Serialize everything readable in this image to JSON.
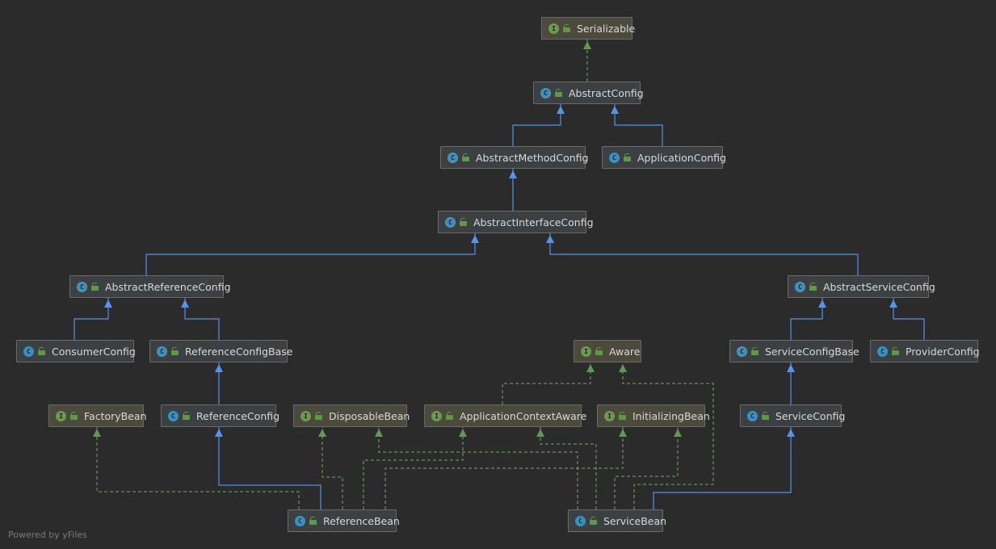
{
  "nodes": [
    {
      "id": "Serializable",
      "label": "Serializable",
      "kind": "interface",
      "badge": "I",
      "icon": "interface-icon"
    },
    {
      "id": "AbstractConfig",
      "label": "AbstractConfig",
      "kind": "abstract",
      "badge": "C",
      "icon": "abstract-class-icon"
    },
    {
      "id": "AbstractMethodConfig",
      "label": "AbstractMethodConfig",
      "kind": "abstract",
      "badge": "C",
      "icon": "abstract-class-icon"
    },
    {
      "id": "ApplicationConfig",
      "label": "ApplicationConfig",
      "kind": "class",
      "badge": "C",
      "icon": "class-icon"
    },
    {
      "id": "AbstractInterfaceConfig",
      "label": "AbstractInterfaceConfig",
      "kind": "abstract",
      "badge": "C",
      "icon": "abstract-class-icon"
    },
    {
      "id": "AbstractReferenceConfig",
      "label": "AbstractReferenceConfig",
      "kind": "abstract",
      "badge": "C",
      "icon": "abstract-class-icon"
    },
    {
      "id": "AbstractServiceConfig",
      "label": "AbstractServiceConfig",
      "kind": "abstract",
      "badge": "C",
      "icon": "abstract-class-icon"
    },
    {
      "id": "ConsumerConfig",
      "label": "ConsumerConfig",
      "kind": "class",
      "badge": "C",
      "icon": "class-icon"
    },
    {
      "id": "ReferenceConfigBase",
      "label": "ReferenceConfigBase",
      "kind": "abstract",
      "badge": "C",
      "icon": "abstract-class-icon"
    },
    {
      "id": "Aware",
      "label": "Aware",
      "kind": "interface",
      "badge": "I",
      "icon": "interface-icon"
    },
    {
      "id": "ServiceConfigBase",
      "label": "ServiceConfigBase",
      "kind": "abstract",
      "badge": "C",
      "icon": "abstract-class-icon"
    },
    {
      "id": "ProviderConfig",
      "label": "ProviderConfig",
      "kind": "class",
      "badge": "C",
      "icon": "class-icon"
    },
    {
      "id": "FactoryBean",
      "label": "FactoryBean",
      "kind": "interface",
      "badge": "I",
      "icon": "interface-icon"
    },
    {
      "id": "ReferenceConfig",
      "label": "ReferenceConfig",
      "kind": "class",
      "badge": "C",
      "icon": "class-icon"
    },
    {
      "id": "DisposableBean",
      "label": "DisposableBean",
      "kind": "interface",
      "badge": "I",
      "icon": "interface-icon"
    },
    {
      "id": "ApplicationContextAware",
      "label": "ApplicationContextAware",
      "kind": "interface",
      "badge": "I",
      "icon": "interface-icon"
    },
    {
      "id": "InitializingBean",
      "label": "InitializingBean",
      "kind": "interface",
      "badge": "I",
      "icon": "interface-icon"
    },
    {
      "id": "ServiceConfig",
      "label": "ServiceConfig",
      "kind": "class",
      "badge": "C",
      "icon": "class-icon"
    },
    {
      "id": "ReferenceBean",
      "label": "ReferenceBean",
      "kind": "class",
      "badge": "C",
      "icon": "class-icon"
    },
    {
      "id": "ServiceBean",
      "label": "ServiceBean",
      "kind": "class",
      "badge": "C",
      "icon": "class-icon"
    }
  ],
  "edges": [
    {
      "from": "AbstractConfig",
      "to": "Serializable",
      "type": "implements"
    },
    {
      "from": "AbstractMethodConfig",
      "to": "AbstractConfig",
      "type": "extends"
    },
    {
      "from": "ApplicationConfig",
      "to": "AbstractConfig",
      "type": "extends"
    },
    {
      "from": "AbstractInterfaceConfig",
      "to": "AbstractMethodConfig",
      "type": "extends"
    },
    {
      "from": "AbstractReferenceConfig",
      "to": "AbstractInterfaceConfig",
      "type": "extends"
    },
    {
      "from": "AbstractServiceConfig",
      "to": "AbstractInterfaceConfig",
      "type": "extends"
    },
    {
      "from": "ConsumerConfig",
      "to": "AbstractReferenceConfig",
      "type": "extends"
    },
    {
      "from": "ReferenceConfigBase",
      "to": "AbstractReferenceConfig",
      "type": "extends"
    },
    {
      "from": "ServiceConfigBase",
      "to": "AbstractServiceConfig",
      "type": "extends"
    },
    {
      "from": "ProviderConfig",
      "to": "AbstractServiceConfig",
      "type": "extends"
    },
    {
      "from": "ReferenceConfig",
      "to": "ReferenceConfigBase",
      "type": "extends"
    },
    {
      "from": "ServiceConfig",
      "to": "ServiceConfigBase",
      "type": "extends"
    },
    {
      "from": "ApplicationContextAware",
      "to": "Aware",
      "type": "extends-interface"
    },
    {
      "from": "ReferenceBean",
      "to": "ReferenceConfig",
      "type": "extends"
    },
    {
      "from": "ReferenceBean",
      "to": "FactoryBean",
      "type": "implements"
    },
    {
      "from": "ReferenceBean",
      "to": "DisposableBean",
      "type": "implements"
    },
    {
      "from": "ReferenceBean",
      "to": "ApplicationContextAware",
      "type": "implements"
    },
    {
      "from": "ReferenceBean",
      "to": "InitializingBean",
      "type": "implements"
    },
    {
      "from": "ServiceBean",
      "to": "ServiceConfig",
      "type": "extends"
    },
    {
      "from": "ServiceBean",
      "to": "DisposableBean",
      "type": "implements"
    },
    {
      "from": "ServiceBean",
      "to": "ApplicationContextAware",
      "type": "implements"
    },
    {
      "from": "ServiceBean",
      "to": "InitializingBean",
      "type": "implements"
    },
    {
      "from": "ServiceBean",
      "to": "Aware",
      "type": "implements"
    }
  ],
  "colors": {
    "extends": "#5394ec",
    "implements": "#629755",
    "class_badge": "#3592c4",
    "interface_badge": "#6c9a4e"
  },
  "footer": {
    "text": "Powered by yFiles"
  }
}
